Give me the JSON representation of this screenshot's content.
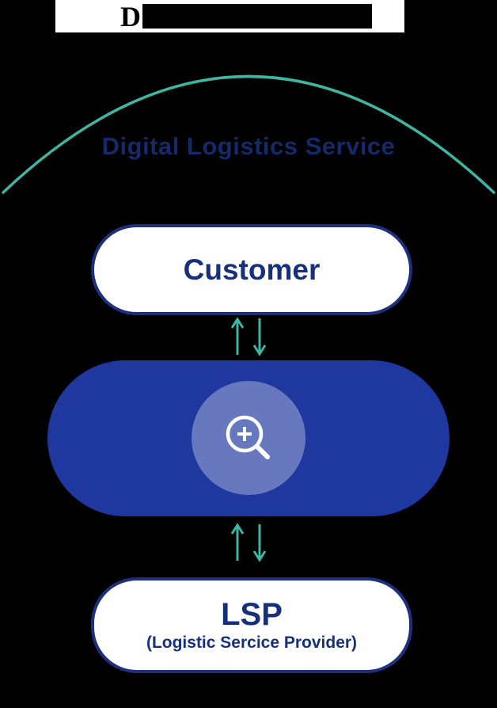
{
  "header": {
    "visible_text": "D"
  },
  "banner": {
    "service_label": "Digital Logistics Service"
  },
  "nodes": {
    "customer": {
      "label": "Customer"
    },
    "platform": {
      "icon": "zoom-in-icon"
    },
    "lsp": {
      "label": "LSP",
      "sublabel": "(Logistic Sercice Provider)"
    }
  },
  "colors": {
    "background": "#000000",
    "accent_teal": "#3db6a3",
    "navy_text": "#15296b",
    "pill_border": "#1d2f7e",
    "platform_fill": "#1f389f",
    "icon_color": "#ffffff"
  }
}
